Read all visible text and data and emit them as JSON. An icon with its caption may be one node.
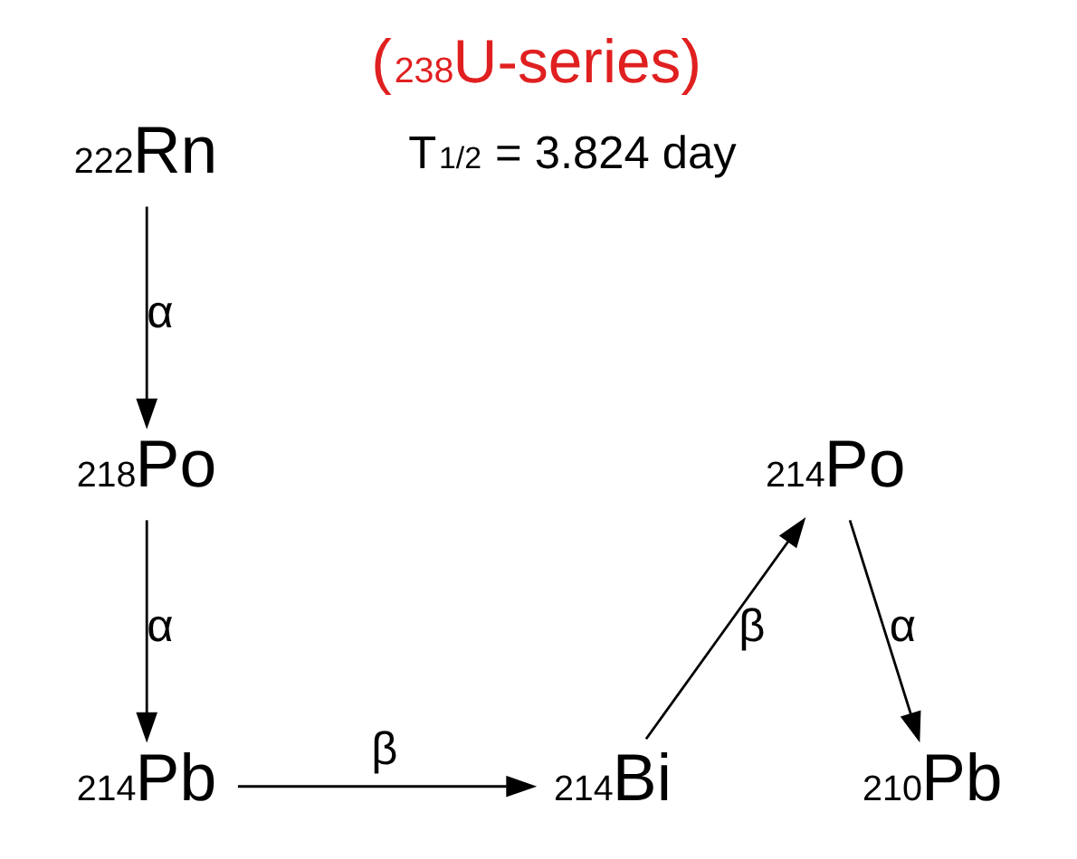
{
  "diagram": {
    "title": "($^{238}$U-series)",
    "nodes": [
      {
        "text": [
          "$^{222}$Rn"
        ]
      },
      {
        "text": [
          "$^{218}$Po"
        ]
      },
      {
        "text": [
          "$^{214}$Pb"
        ]
      },
      {
        "text": [
          "$^{214}$Bi"
        ]
      },
      {
        "text": [
          "$^{214}$Po"
        ]
      },
      {
        "text": [
          "$^{210}$Pb"
        ]
      }
    ],
    "edges": [
      {
        "from": 0,
        "to": 1,
        "arrow": "to",
        "label": "α"
      },
      {
        "from": 1,
        "to": 2,
        "arrow": "to",
        "label": "α"
      },
      {
        "from": 2,
        "to": 3,
        "arrow": "to",
        "label": "β"
      },
      {
        "from": 3,
        "to": 4,
        "arrow": "to",
        "label": "β"
      },
      {
        "from": 4,
        "to": 5,
        "arrow": "to",
        "label": "α"
      }
    ],
    "labels": [
      "T$_{1/2}$ = 3.824 day"
    ]
  }
}
